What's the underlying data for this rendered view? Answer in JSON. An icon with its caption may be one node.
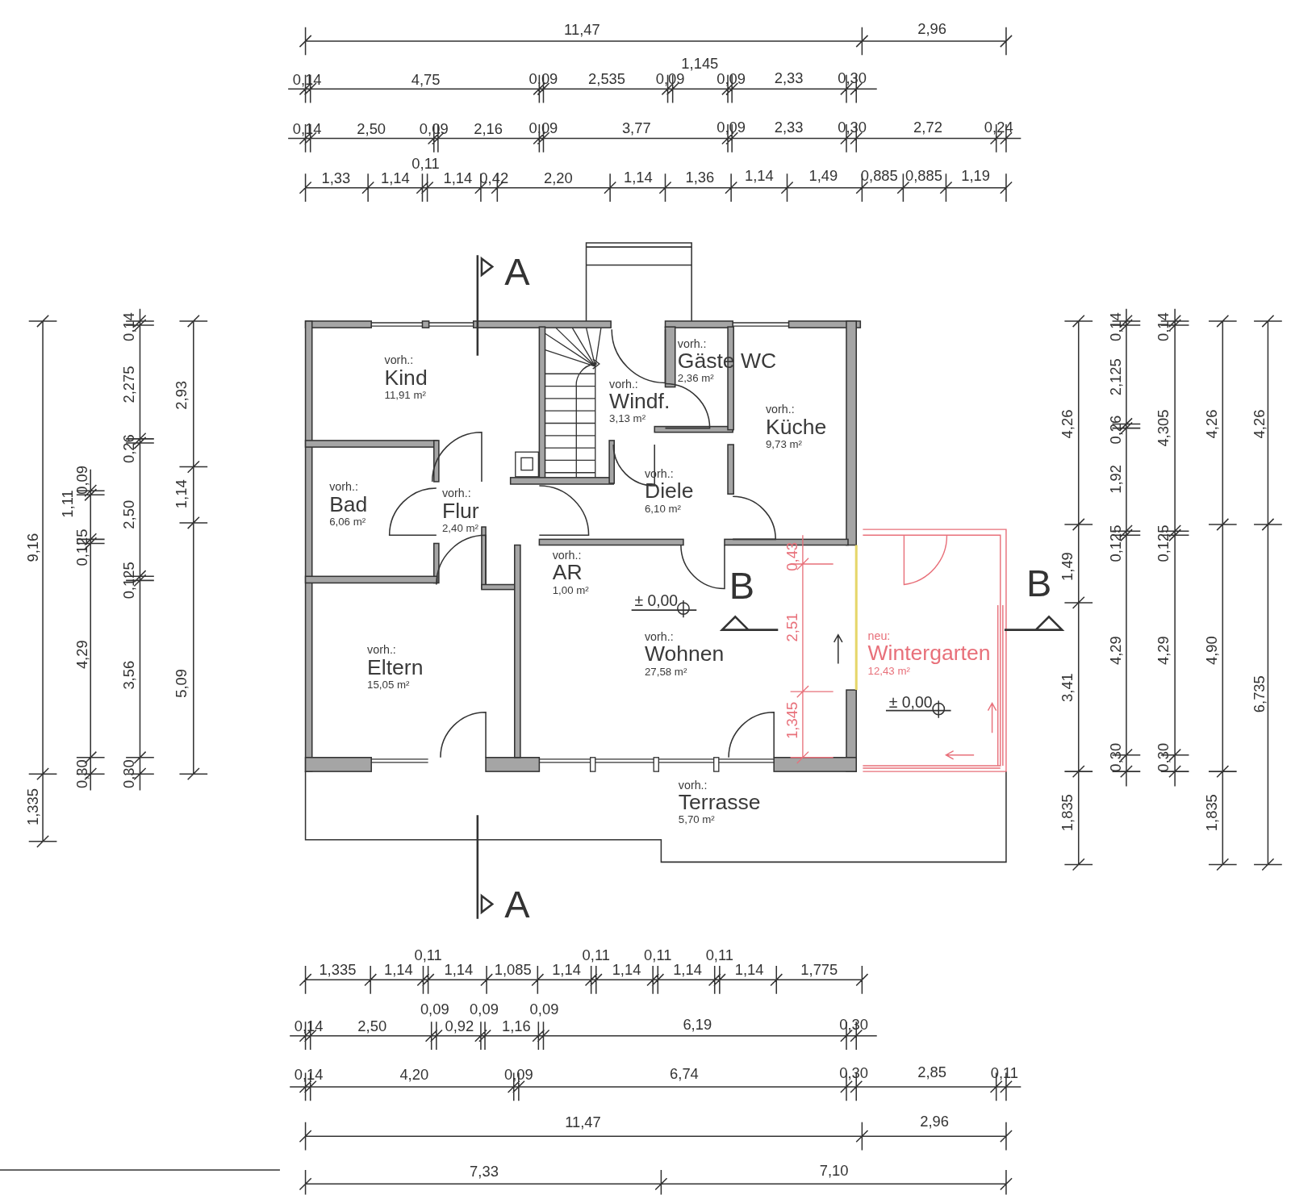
{
  "diagram": {
    "nodes": [
      {
        "text": [
          "vorh.:",
          "Kind",
          "11,91 m²"
        ]
      },
      {
        "text": [
          "vorh.:",
          "Windf.",
          "3,13 m²"
        ]
      },
      {
        "text": [
          "vorh.:",
          "Gäste WC",
          "2,36 m²"
        ]
      },
      {
        "text": [
          "vorh.:",
          "Küche",
          "9,73 m²"
        ]
      },
      {
        "text": [
          "vorh.:",
          "Bad",
          "6,06 m²"
        ]
      },
      {
        "text": [
          "vorh.:",
          "Flur",
          "2,40 m²"
        ]
      },
      {
        "text": [
          "vorh.:",
          "Diele",
          "6,10 m²"
        ]
      },
      {
        "text": [
          "vorh.:",
          "AR",
          "1,00 m²"
        ]
      },
      {
        "text": [
          "vorh.:",
          "Eltern",
          "15,05 m²"
        ]
      },
      {
        "text": [
          "vorh.:",
          "Wohnen",
          "27,58 m²"
        ]
      },
      {
        "text": [
          "neu:",
          "Wintergarten",
          "12,43 m²"
        ]
      },
      {
        "text": [
          "vorh.:",
          "Terrasse",
          "5,70 m²"
        ]
      }
    ],
    "labels": [
      "11,47",
      "2,96",
      "1,145",
      "0,14",
      "4,75",
      "0,09",
      "2,535",
      "0,09",
      "0,09",
      "2,33",
      "0,30",
      "0,14",
      "2,50",
      "0,09",
      "2,16",
      "0,09",
      "3,77",
      "0,09",
      "2,33",
      "0,30",
      "2,72",
      "0,24",
      "0,11",
      "1,33",
      "1,14",
      "1,14",
      "0,42",
      "2,20",
      "1,14",
      "1,36",
      "1,14",
      "1,49",
      "0,885",
      "0,885",
      "1,19",
      "A",
      "9,16",
      "1,335",
      "0,09",
      "1,11",
      "0,125",
      "4,29",
      "0,30",
      "0,14",
      "2,275",
      "0,26",
      "2,50",
      "0,125",
      "3,56",
      "0,30",
      "2,93",
      "1,14",
      "5,09",
      "B",
      "± 0,00",
      "0,43",
      "2,51",
      "1,345",
      "B",
      "± 0,00",
      "4,26",
      "1,49",
      "3,41",
      "1,835",
      "0,14",
      "2,125",
      "0,26",
      "1,92",
      "0,125",
      "4,29",
      "0,30",
      "0,14",
      "4,305",
      "0,125",
      "4,29",
      "0,30",
      "4,26",
      "4,90",
      "1,835",
      "4,26",
      "6,735",
      "A",
      "0,11",
      "0,11",
      "0,11",
      "0,11",
      "1,335",
      "1,14",
      "1,14",
      "1,085",
      "1,14",
      "1,14",
      "1,14",
      "1,14",
      "1,775",
      "0,09",
      "0,09",
      "0,09",
      "0,14",
      "2,50",
      "0,92",
      "1,16",
      "6,19",
      "0,30",
      "0,14",
      "4,20",
      "0,09",
      "6,74",
      "0,30",
      "2,85",
      "0,11",
      "11,47",
      "2,96",
      "7,33",
      "7,10"
    ]
  }
}
